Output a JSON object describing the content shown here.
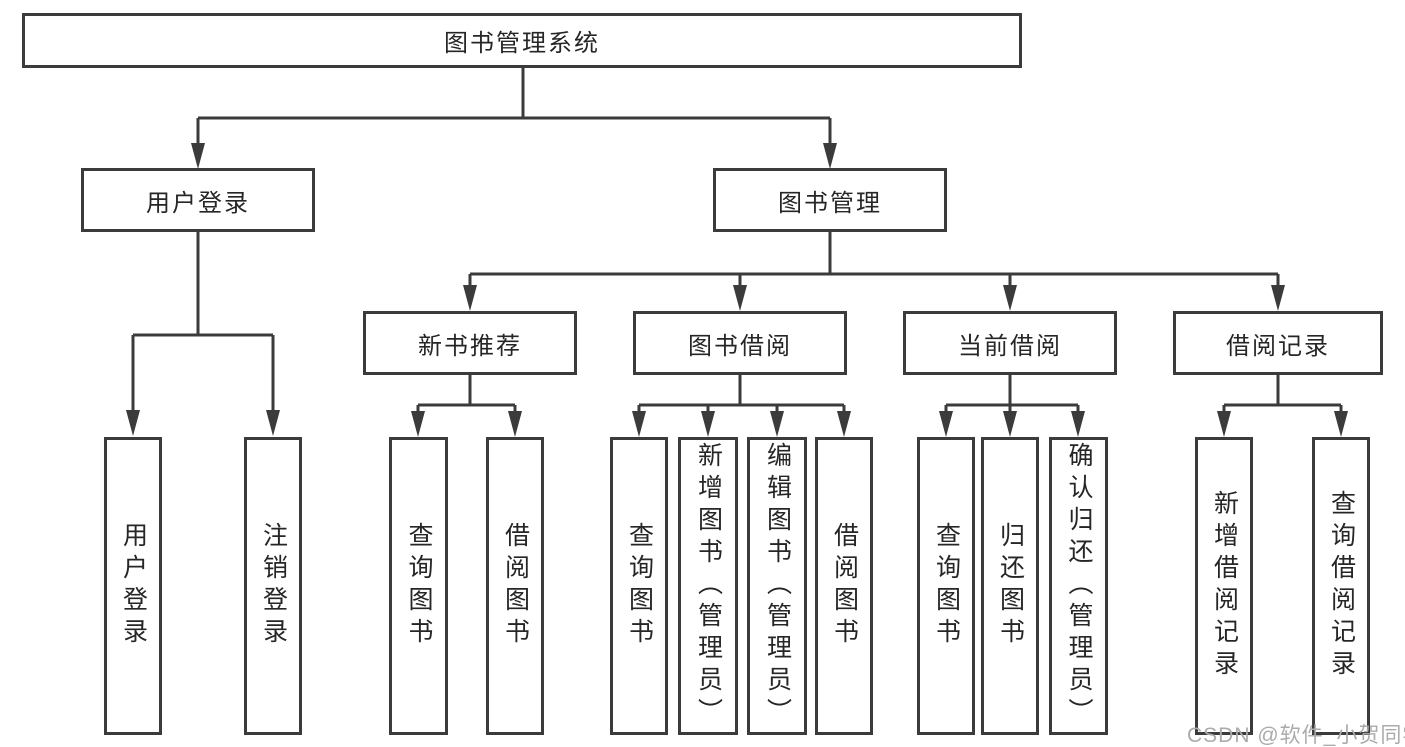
{
  "diagram_title": "图书管理系统",
  "nodes": {
    "root": "图书管理系统",
    "login": "用户登录",
    "manage": "图书管理",
    "l3": [
      "新书推荐",
      "图书借阅",
      "当前借阅",
      "借阅记录"
    ],
    "leaves": [
      "用户登录",
      "注销登录",
      "查询图书",
      "借阅图书",
      "查询图书",
      "新增图书（管理员）",
      "编辑图书（管理员）",
      "借阅图书",
      "查询图书",
      "归还图书",
      "确认归还（管理员）",
      "新增借阅记录",
      "查询借阅记录"
    ]
  },
  "hierarchy": {
    "图书管理系统": {
      "用户登录": [
        "用户登录",
        "注销登录"
      ],
      "图书管理": {
        "新书推荐": [
          "查询图书",
          "借阅图书"
        ],
        "图书借阅": [
          "查询图书",
          "新增图书（管理员）",
          "编辑图书（管理员）",
          "借阅图书"
        ],
        "当前借阅": [
          "查询图书",
          "归还图书",
          "确认归还（管理员）"
        ],
        "借阅记录": [
          "新增借阅记录",
          "查询借阅记录"
        ]
      }
    }
  },
  "watermark": "CSDN @软件_小贺同学",
  "colors": {
    "background": "#ffffff",
    "line": "#3b3b3b",
    "text": "#262626",
    "watermark": "#ababab"
  }
}
